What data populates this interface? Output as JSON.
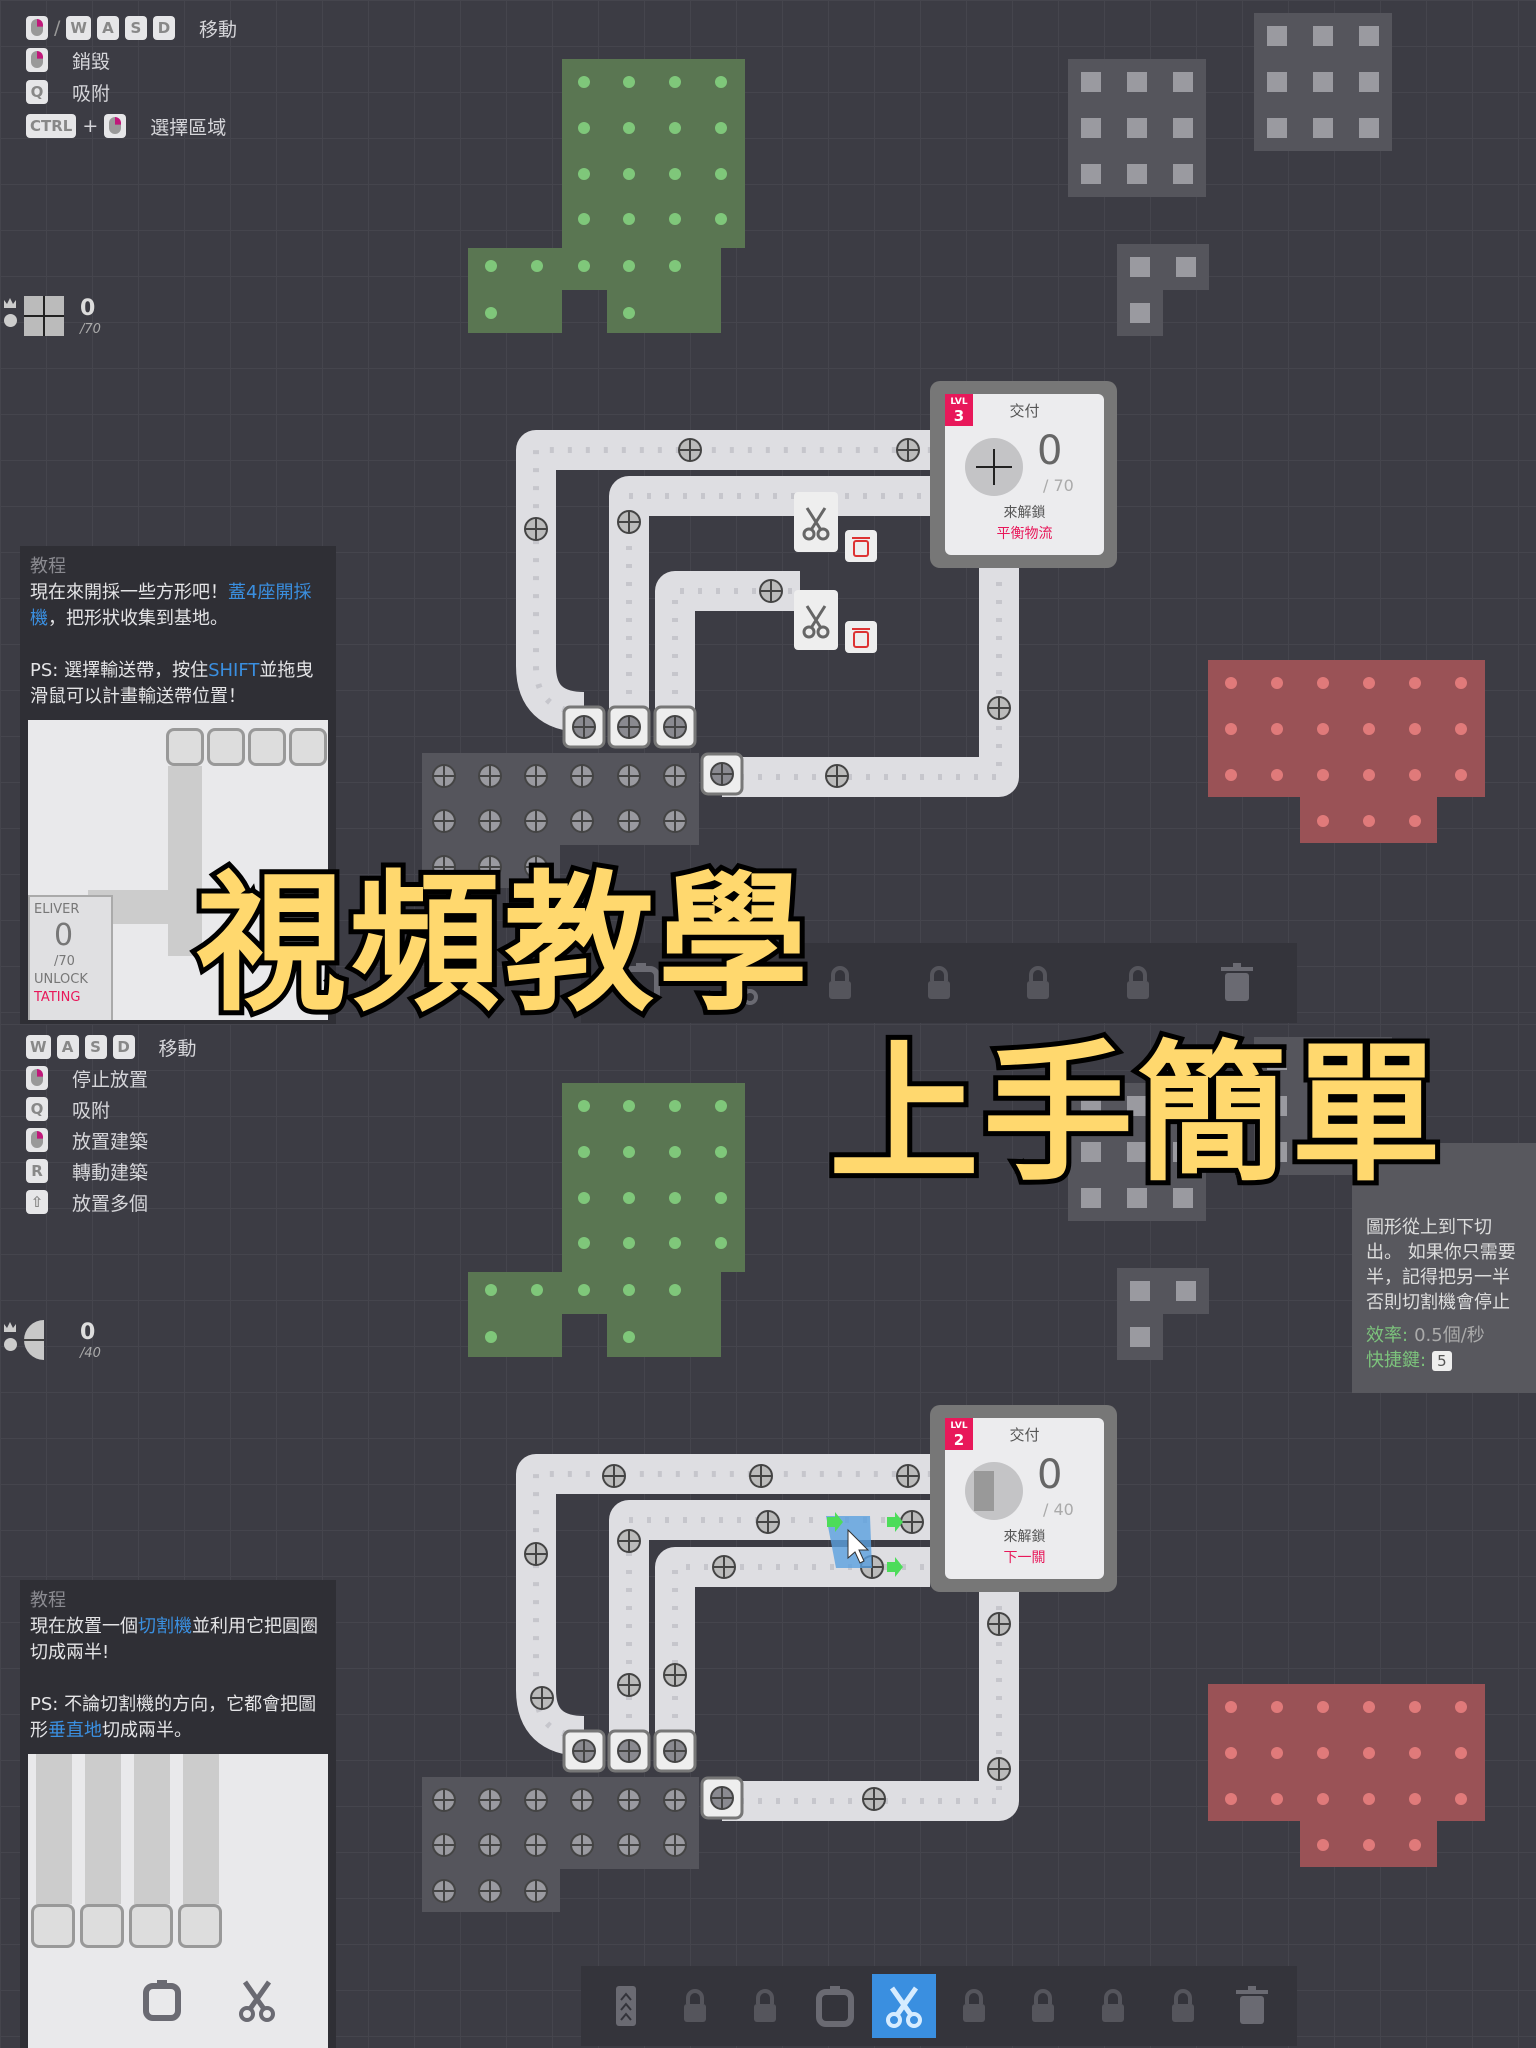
{
  "colors": {
    "accent": "#3a8fe0",
    "level_badge": "#e8185a",
    "ore_green": "#5d7a55",
    "ore_red": "#a85555",
    "caption": "#ffd86e"
  },
  "top": {
    "controls": [
      {
        "mouse": true,
        "sep": "/",
        "keys": [
          "W",
          "A",
          "S",
          "D"
        ],
        "label": "移動"
      },
      {
        "mouse": true,
        "keys": [],
        "label": "銷毀"
      },
      {
        "keys": [
          "Q"
        ],
        "label": "吸附"
      },
      {
        "keys": [
          "CTRL"
        ],
        "plus": "+",
        "mouse_after": true,
        "label": "選擇區域"
      }
    ],
    "score": {
      "value": "0",
      "goal": "/70",
      "shape": "square-shape-icon"
    },
    "hub": {
      "lvl": "LVL",
      "level": "3",
      "title": "交付",
      "count": "0",
      "goal": "/ 70",
      "unlock": "來解鎖",
      "reward": "平衡物流"
    },
    "tutorial": {
      "title": "教程",
      "text1": "現在來開採一些方形吧！",
      "hl1": "蓋4座開採機",
      "text2": "，把形狀收集到基地。",
      "ps1": "PS: 選擇輸送帶，按住",
      "hl2": "SHIFT",
      "ps2": "並拖曳滑鼠可以計畫輸送帶位置！",
      "preview": {
        "deliver": "ELIVER",
        "count": "0",
        "goal": "/70",
        "unlock": "UNLOCK",
        "reward": "TATING"
      }
    },
    "toolbar": [
      "miner-icon",
      "cutter-icon",
      "lock-icon",
      "lock-icon",
      "lock-icon",
      "lock-icon",
      "trash-icon"
    ],
    "caption": "視頻教學"
  },
  "bottom": {
    "controls": [
      {
        "keys": [
          "W",
          "A",
          "S",
          "D"
        ],
        "label": "移動"
      },
      {
        "mouse": true,
        "keys": [],
        "label": "停止放置"
      },
      {
        "keys": [
          "Q"
        ],
        "label": "吸附"
      },
      {
        "mouse": true,
        "keys": [],
        "label": "放置建築"
      },
      {
        "keys": [
          "R"
        ],
        "label": "轉動建築"
      },
      {
        "keys": [
          "⇧"
        ],
        "label": "放置多個"
      }
    ],
    "score": {
      "value": "0",
      "goal": "/40",
      "shape": "circle-half-shape-icon"
    },
    "hub": {
      "lvl": "LVL",
      "level": "2",
      "title": "交付",
      "count": "0",
      "goal": "/ 40",
      "unlock": "來解鎖",
      "reward": "下一關"
    },
    "tutorial": {
      "title": "教程",
      "text1": "現在放置一個",
      "hl1": "切割機",
      "text2": "並利用它把圓圈切成兩半!",
      "ps1": "PS: 不論切割機的方向，它都會把圖形",
      "hl2": "垂直地",
      "ps2": "切成兩半。"
    },
    "tooltip": {
      "lines": [
        "圖形從上到下切",
        "出。 如果你只需要",
        "半，記得把另一半",
        "否則切割機會停止"
      ],
      "eff_label": "效率:",
      "eff_value": "0.5個/秒",
      "hotkey_label": "快捷鍵:",
      "hotkey": "5"
    },
    "toolbar": [
      "belt-icon",
      "lock-icon",
      "lock-icon",
      "miner-icon",
      "cutter-icon",
      "lock-icon",
      "lock-icon",
      "lock-icon",
      "lock-icon",
      "trash-icon"
    ],
    "selected_tool": "cutter-icon",
    "caption": "上手簡單"
  }
}
